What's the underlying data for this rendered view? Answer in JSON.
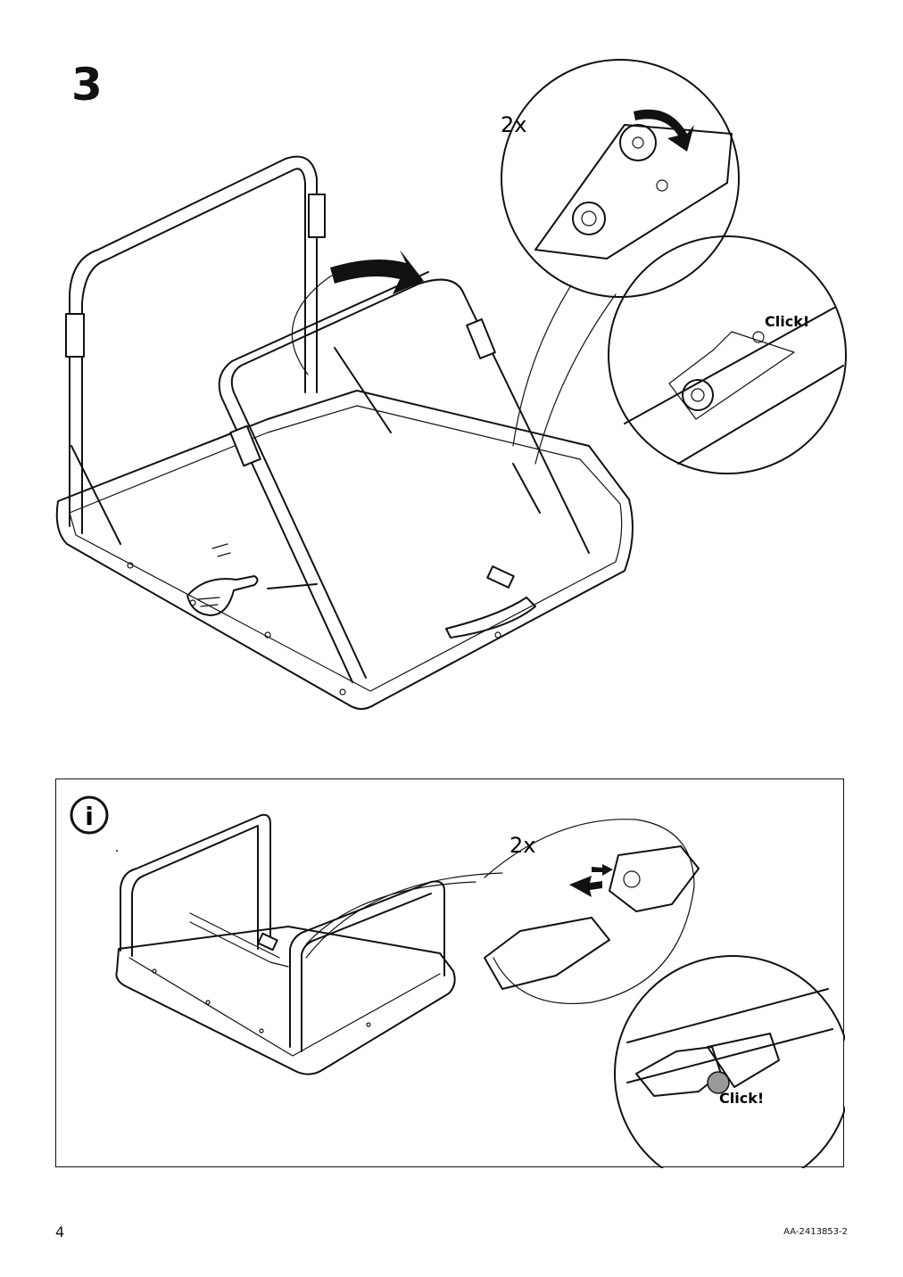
{
  "step": {
    "number": "3"
  },
  "callouts": {
    "top_quantity": "2x",
    "top_click": "Click!",
    "bottom_quantity": "2x",
    "bottom_click": "Click!"
  },
  "info": {
    "icon": "info-icon",
    "symbol": "i"
  },
  "footer": {
    "page_number": "4",
    "doc_code": "AA-2413853-2"
  }
}
